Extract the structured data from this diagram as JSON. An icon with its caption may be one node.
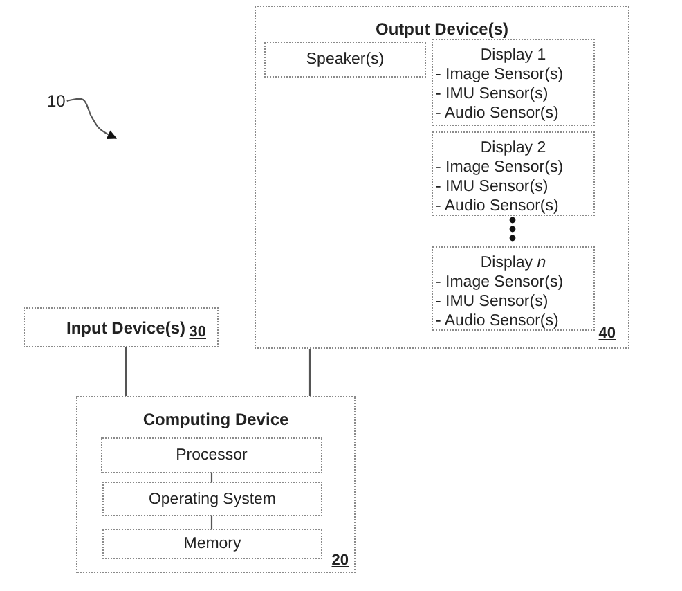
{
  "diagram": {
    "nodes": [
      {
        "text": [
          "Output Device(s)",
          "40"
        ]
      },
      {
        "text": [
          "Speaker(s)"
        ],
        "in": 0
      },
      {
        "text": [
          "Display 1",
          "- Image Sensor(s)",
          "- IMU Sensor(s)",
          "- Audio Sensor(s)"
        ],
        "in": 0
      },
      {
        "text": [
          "Display 2",
          "- Image Sensor(s)",
          "- IMU Sensor(s)",
          "- Audio Sensor(s)"
        ],
        "in": 0
      },
      {
        "text": [
          "Display *n*",
          "- Image Sensor(s)",
          "- IMU Sensor(s)",
          "- Audio Sensor(s)"
        ],
        "in": 0
      },
      {
        "text": [
          "10"
        ]
      },
      {
        "text": [
          "Input Device(s)",
          "30"
        ]
      },
      {
        "text": [
          "Computing Device",
          "20"
        ]
      },
      {
        "text": [
          "Processor"
        ],
        "in": 7
      },
      {
        "text": [
          "Operating System"
        ],
        "in": 7
      },
      {
        "text": [
          "Memory"
        ],
        "in": 7
      }
    ],
    "edges": [
      {
        "from": 6,
        "to": 7,
        "arrow": "none"
      },
      {
        "from": 0,
        "to": 7,
        "arrow": "none"
      },
      {
        "from": 8,
        "to": 9,
        "arrow": "none"
      },
      {
        "from": 9,
        "to": 10,
        "arrow": "none"
      },
      {
        "from": 5,
        "to": null,
        "arrow": "to"
      }
    ]
  }
}
